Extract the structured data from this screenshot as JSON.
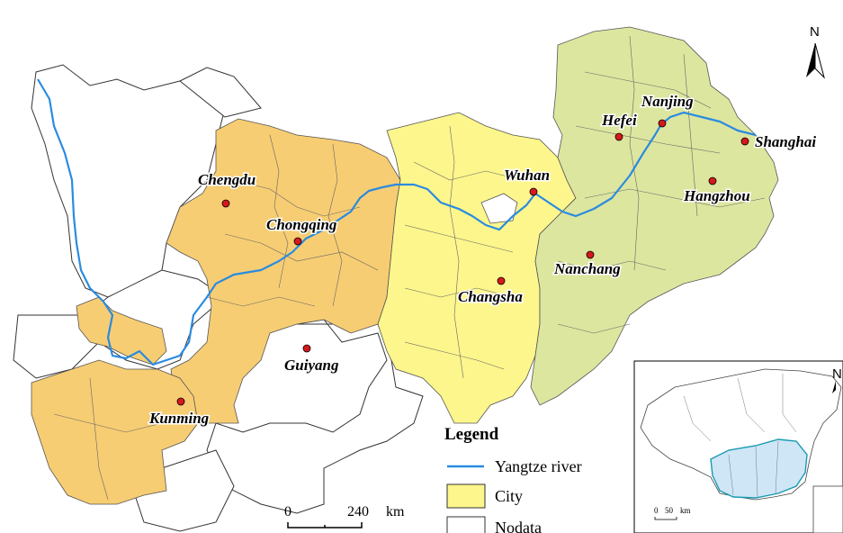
{
  "cities": [
    {
      "name": "Chengdu"
    },
    {
      "name": "Chongqing"
    },
    {
      "name": "Guiyang"
    },
    {
      "name": "Kunming"
    },
    {
      "name": "Wuhan"
    },
    {
      "name": "Changsha"
    },
    {
      "name": "Nanchang"
    },
    {
      "name": "Hefei"
    },
    {
      "name": "Nanjing"
    },
    {
      "name": "Shanghai"
    },
    {
      "name": "Hangzhou"
    }
  ],
  "legend": {
    "title": "Legend",
    "river": "Yangtze river",
    "city": "City",
    "nodata": "Nodata"
  },
  "scale": {
    "zero": "0",
    "value": "240",
    "unit": "km"
  },
  "inset_scale": {
    "zero": "0",
    "value": "50",
    "unit": "km"
  },
  "north_label": "N",
  "colors": {
    "upstream": "#f7cd73",
    "midstream": "#fdf68c",
    "downstream": "#dde69f",
    "river": "#2a8be0",
    "city_dot": "#d7191c"
  }
}
